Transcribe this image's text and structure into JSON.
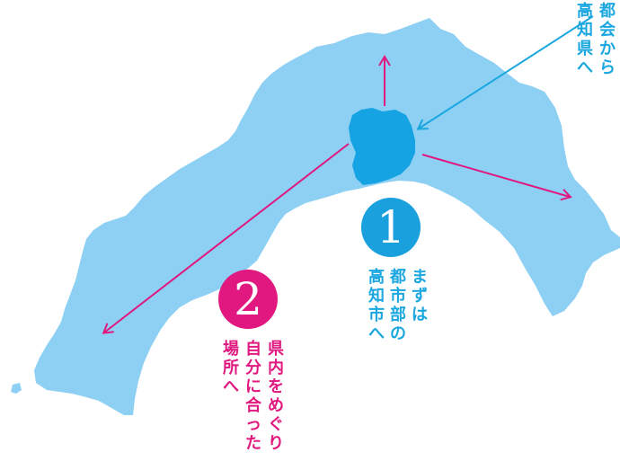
{
  "colors": {
    "land": "#8dd0f4",
    "city": "#16a3e3",
    "blue_arrow": "#1aa7e0",
    "pink_arrow": "#e0187f"
  },
  "intro_caption": {
    "columns": [
      "都会から",
      "高知県へ"
    ]
  },
  "step1": {
    "number": "1",
    "columns": [
      "まずは",
      "都市部の",
      "高知市へ"
    ]
  },
  "step2": {
    "number": "2",
    "columns": [
      "県内をめぐり",
      "自分に合った",
      "場所へ"
    ]
  }
}
